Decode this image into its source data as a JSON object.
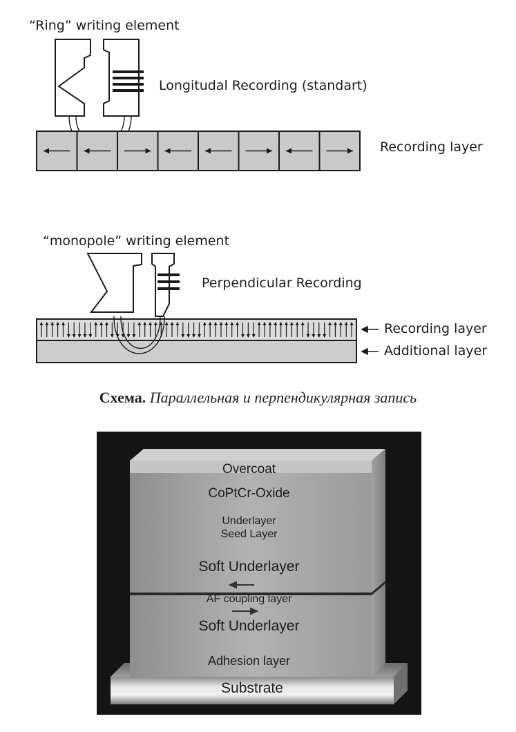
{
  "figure_top": {
    "ring_title": "“Ring” writing element",
    "longitudinal_label": "Longitudal Recording (standart)",
    "recording_layer_label_1": "Recording layer",
    "monopole_title": "“monopole” writing element",
    "perpendicular_label": "Perpendicular Recording",
    "recording_layer_label_2": "Recording layer",
    "additional_layer_label": "Additional layer",
    "longitudinal_arrows": [
      "left",
      "left",
      "right",
      "left",
      "left",
      "right",
      "left",
      "right"
    ],
    "perpendicular_pattern": "UUUUUDDDDDUUUDDDDDUUUUUUUUDDDDUUUUUUUDDDUUUUUUUUUDDDDUUUUU"
  },
  "caption": {
    "bold": "Схема.",
    "italic": "Параллельная и перпендикулярная запись"
  },
  "layer_stack": {
    "layers": [
      "Overcoat",
      "CoPtCr-Oxide",
      "Underlayer",
      "Seed Layer",
      "Soft Underlayer",
      "AF coupling layer",
      "Soft Underlayer",
      "Adhesion layer",
      "Substrate"
    ]
  }
}
